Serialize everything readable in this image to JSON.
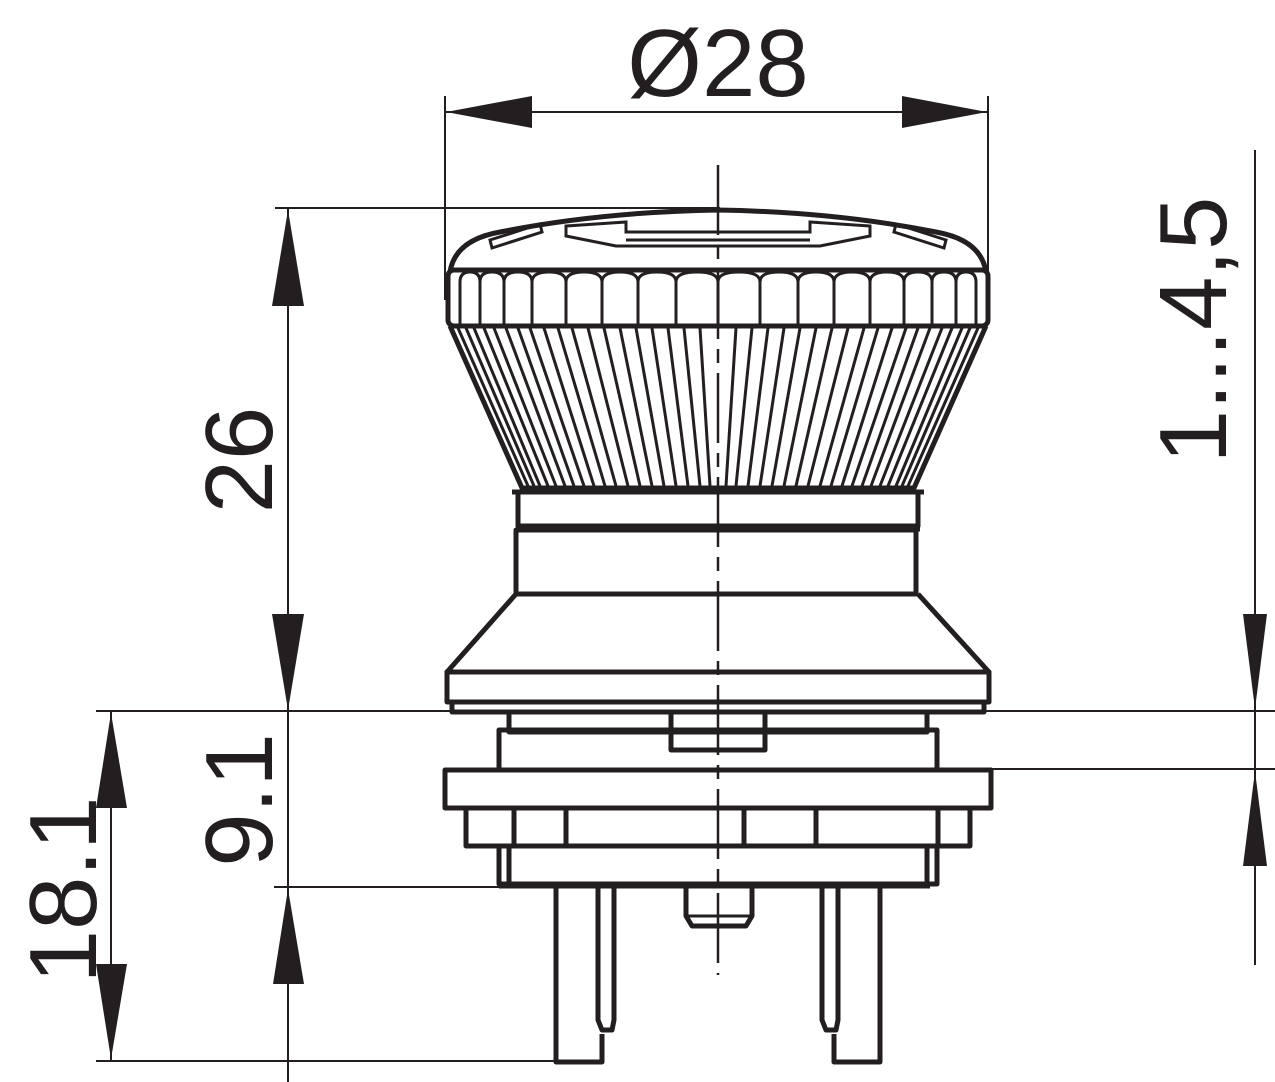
{
  "drawing": {
    "subject": "Emergency stop mushroom push button, side view",
    "line_color": "#231f20",
    "background": "#ffffff"
  },
  "dimensions": {
    "diameter": {
      "label": "Ø28",
      "orientation": "horizontal"
    },
    "head_height": {
      "label": "26",
      "orientation": "vertical"
    },
    "panel_thickness": {
      "label": "1...4,5",
      "orientation": "vertical"
    },
    "body_depth": {
      "label": "9.1",
      "orientation": "vertical"
    },
    "total_depth": {
      "label": "18.1",
      "orientation": "vertical"
    }
  }
}
